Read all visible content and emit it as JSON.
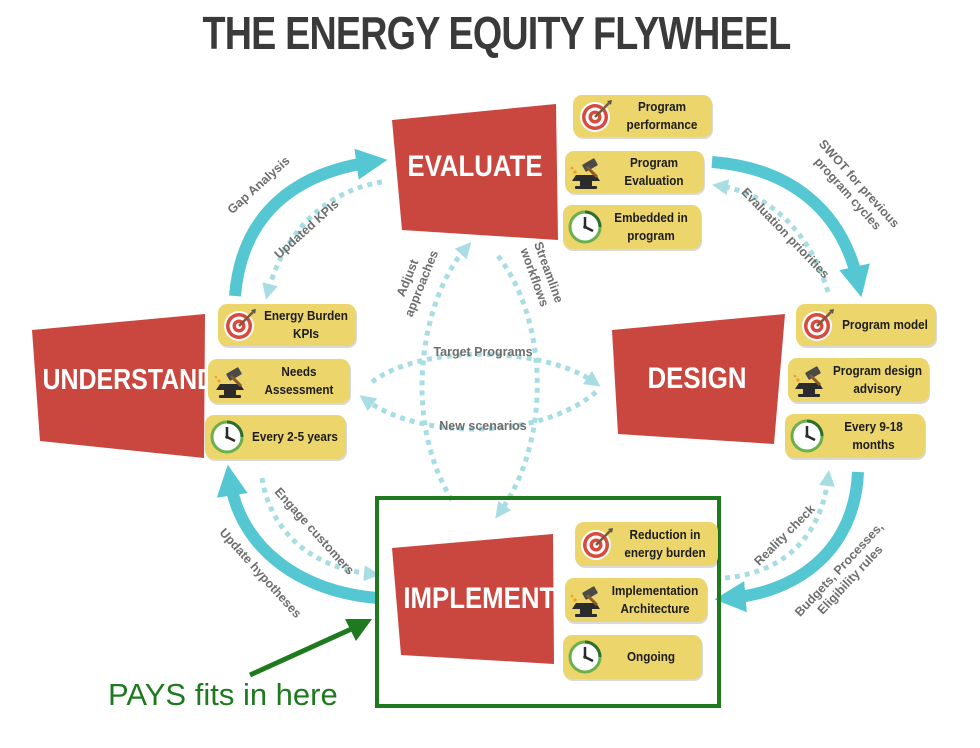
{
  "title": "THE ENERGY EQUITY FLYWHEEL",
  "colors": {
    "stage_red": "#c9473f",
    "card_yellow": "#ecd56a",
    "arrow_teal": "#54c7d3",
    "dotted_teal": "#a8dde4",
    "highlight_green": "#1f7a1f",
    "label_gray": "#6e6e6e",
    "title_gray": "#3a3a3a"
  },
  "icons": {
    "target": "target-icon",
    "hammer": "hammer-icon",
    "clock": "clock-icon"
  },
  "stages": {
    "evaluate": {
      "label": "EVALUATE",
      "cards": [
        {
          "icon": "target",
          "lines": [
            "Program",
            "performance"
          ]
        },
        {
          "icon": "hammer",
          "lines": [
            "Program",
            "Evaluation"
          ]
        },
        {
          "icon": "clock",
          "lines": [
            "Embedded in",
            "program"
          ]
        }
      ]
    },
    "understand": {
      "label": "UNDERSTAND",
      "cards": [
        {
          "icon": "target",
          "lines": [
            "Energy Burden",
            "KPIs"
          ]
        },
        {
          "icon": "hammer",
          "lines": [
            "Needs",
            "Assessment"
          ]
        },
        {
          "icon": "clock",
          "lines": [
            "Every 2-5 years"
          ]
        }
      ]
    },
    "design": {
      "label": "DESIGN",
      "cards": [
        {
          "icon": "target",
          "lines": [
            "Program model"
          ]
        },
        {
          "icon": "hammer",
          "lines": [
            "Program design",
            "advisory"
          ]
        },
        {
          "icon": "clock",
          "lines": [
            "Every 9-18 months"
          ]
        }
      ]
    },
    "implement": {
      "label": "IMPLEMENT",
      "cards": [
        {
          "icon": "target",
          "lines": [
            "Reduction in",
            "energy burden"
          ]
        },
        {
          "icon": "hammer",
          "lines": [
            "Implementation",
            "Architecture"
          ]
        },
        {
          "icon": "clock",
          "lines": [
            "Ongoing"
          ]
        }
      ]
    }
  },
  "arrow_labels": {
    "gap_analysis": [
      "Gap Analysis"
    ],
    "updated_kpis": [
      "Updated KPIs"
    ],
    "swot": [
      "SWOT for previous",
      "program cycles"
    ],
    "evaluation_priorities": [
      "Evaluation priorities"
    ],
    "reality_check": [
      "Reality check"
    ],
    "budgets": [
      "Budgets, Processes,",
      "Eligibility rules"
    ],
    "engage_customers": [
      "Engage customers"
    ],
    "update_hypotheses": [
      "Update hypotheses"
    ],
    "adjust_approaches": [
      "Adjust",
      "approaches"
    ],
    "streamline_workflows": [
      "Streamline",
      "workflows"
    ],
    "target_programs": [
      "Target Programs"
    ],
    "new_scenarios": [
      "New scenarios"
    ]
  },
  "callout": "PAYS fits in here"
}
